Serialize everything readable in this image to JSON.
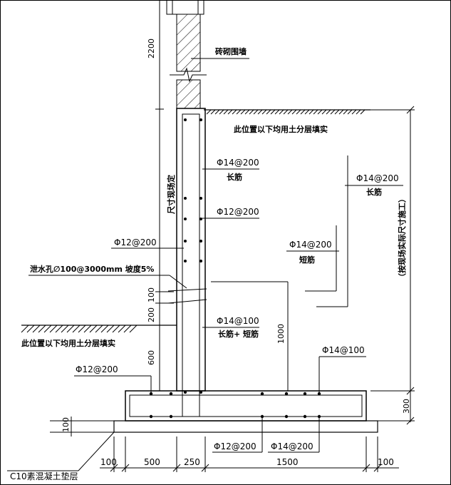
{
  "window": {
    "border_color": "#000000"
  },
  "labels": {
    "brick_wall": "砖砌围墙",
    "fill_top": "此位置以下均用土分层填实",
    "fill_left": "此位置以下均用土分层填实",
    "fill_right_vertical": "（按现场实际尺寸施工）",
    "wall_height_note": "尺寸现场定",
    "drain_hole": "泄水孔∅100@3000mm 坡度5%",
    "pad_layer": "C10素混凝土垫层"
  },
  "rebar": {
    "wall_long": "Φ14@200",
    "wall_long_sub": "长筋",
    "wall_dist": "Φ12@200",
    "wall_outer": "Φ12@200",
    "legend_long": "Φ14@200",
    "legend_long_sub": "长筋",
    "legend_short": "Φ14@200",
    "legend_short_sub": "短筋",
    "wall_lower": "Φ14@100",
    "wall_lower_sub": "长筋+ 短筋",
    "heel_top": "Φ14@100",
    "toe_top": "Φ12@200",
    "base_bottom_1": "Φ12@200",
    "base_bottom_2": "Φ14@200"
  },
  "dims": {
    "d2200": "2200",
    "d200": "200",
    "d100": "100",
    "d600": "600",
    "d1000": "1000",
    "d300": "300",
    "d100_pad": "100",
    "b100_left": "100",
    "b500": "500",
    "b250": "250",
    "b1500": "1500",
    "b100_right": "100"
  }
}
